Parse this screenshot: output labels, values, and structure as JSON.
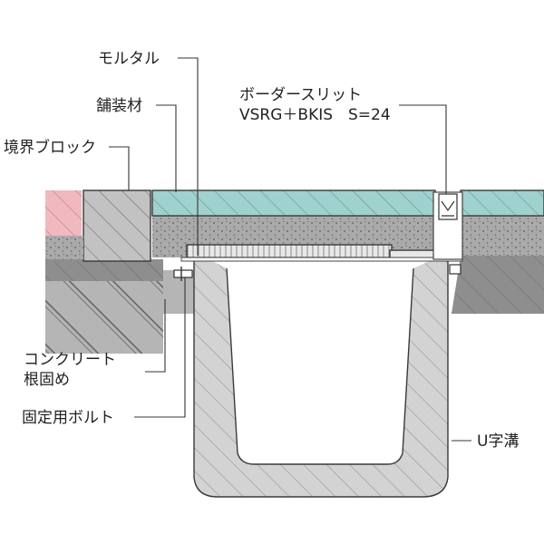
{
  "labels": {
    "mortar": "モルタル",
    "paving": "舗装材",
    "curb_block": "境界ブロック",
    "border_slit": "ボーダースリット",
    "product_spec": "VSRG＋BKIS　S=24",
    "concrete_line1": "コンクリート",
    "concrete_line2": "根固め",
    "fixing_bolt": "固定用ボルト",
    "u_gutter": "U字溝"
  },
  "colors": {
    "paving": "#9fd1ce",
    "mortar": "#aaaaaa",
    "concrete": "#b5b5b5",
    "base": "#8e8e8e",
    "gutter": "#d3d3d3",
    "block": "#c2c2c2",
    "brick": "#f1b8bf",
    "grating": "#e8e8e8"
  }
}
